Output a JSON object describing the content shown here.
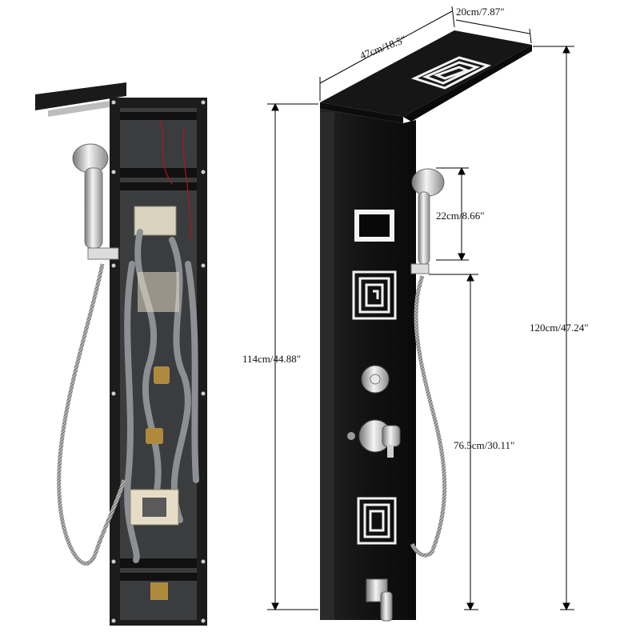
{
  "dimensions": {
    "width": "47cm/18.5\"",
    "depth": "20cm/7.87\"",
    "handshower_height": "22cm/8.66\"",
    "panel_height": "114cm/44.88\"",
    "total_height": "120cm/47.24\"",
    "handshower_mount_height": "76.5cm/30.11\""
  },
  "colors": {
    "panel_black": "#141414",
    "chrome": "#c9c9c9",
    "dimension_lines": "#000000",
    "hose_gray": "#8c8f93",
    "led_square": "#f2f2f2"
  },
  "icons": {
    "rainfall_head": "square-spiral-led",
    "massage_jets": "square-spiral-led",
    "temperature_knob": "round-chrome-knob",
    "diverter_knob": "round-chrome-handle",
    "tub_spout": "chrome-spout"
  }
}
